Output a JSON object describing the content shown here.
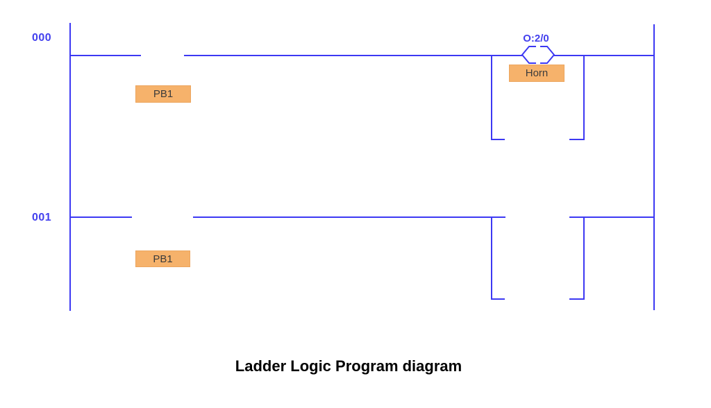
{
  "diagram": {
    "caption": "Ladder Logic Program diagram",
    "rungs": [
      {
        "number": "000",
        "contact_label": "PB1",
        "output_address": "O:2/0",
        "output_label": "Horn"
      },
      {
        "number": "001",
        "contact_label": "PB1"
      }
    ]
  },
  "colors": {
    "line_blue": "#3c38f3",
    "label_blue": "#4340ee",
    "highlight_orange": "#f6b26b",
    "label_text_dark": "#3b3b3b",
    "caption_black": "#000000"
  },
  "icons": {
    "output_coil": "output-coil-icon"
  }
}
